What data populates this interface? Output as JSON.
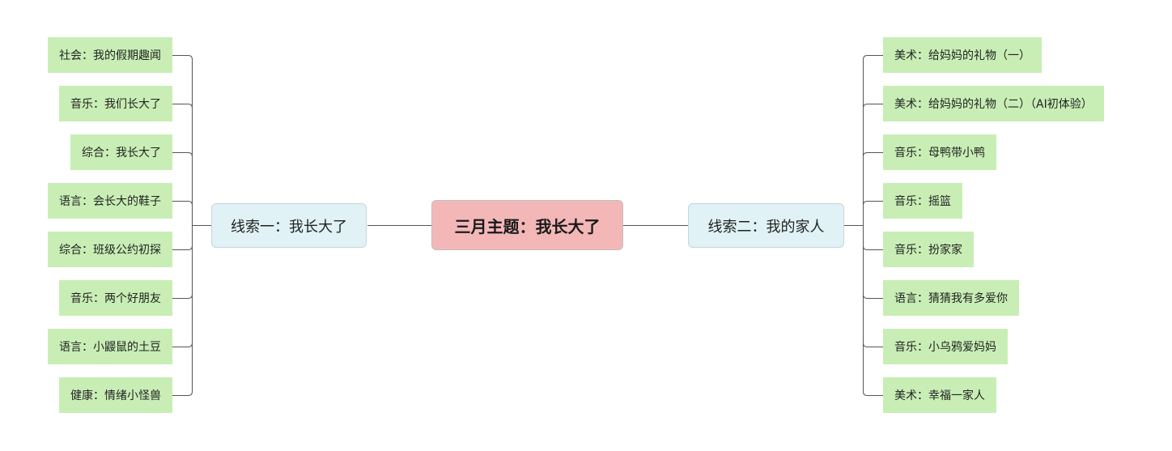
{
  "root": {
    "label": "三月主题：我长大了"
  },
  "branches": {
    "left": {
      "label": "线索一：我长大了"
    },
    "right": {
      "label": "线索二：我的家人"
    }
  },
  "leaves": {
    "left": [
      "社会：我的假期趣闻",
      "音乐：我们长大了",
      "综合：我长大了",
      "语言：会长大的鞋子",
      "综合：班级公约初探",
      "音乐：两个好朋友",
      "语言：小鼹鼠的土豆",
      "健康：情绪小怪兽"
    ],
    "right": [
      "美术：给妈妈的礼物（一）",
      "美术：给妈妈的礼物（二）（AI初体验）",
      "音乐：母鸭带小鸭",
      "音乐：摇篮",
      "音乐：扮家家",
      "语言：猜猜我有多爱你",
      "音乐：小乌鸦爱妈妈",
      "美术：幸福一家人"
    ]
  },
  "colors": {
    "root_fill": "#f4b7b7",
    "branch_fill": "#e0f2f5",
    "leaf_fill": "#c8eeb5",
    "connector": "#555555"
  }
}
